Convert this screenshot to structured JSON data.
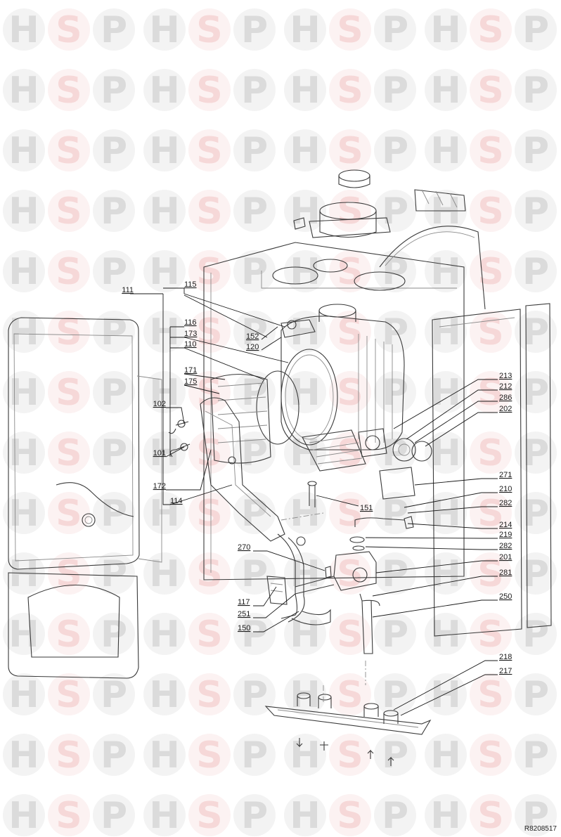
{
  "watermark": {
    "letters": [
      "H",
      "S",
      "P"
    ],
    "color_h": "#c8c8c8",
    "color_s": "#f2c4c4",
    "color_p": "#c8c8c8"
  },
  "diagram": {
    "reference": "R8208517",
    "labels": [
      {
        "id": "111",
        "text": "111"
      },
      {
        "id": "115",
        "text": "115"
      },
      {
        "id": "152",
        "text": "152"
      },
      {
        "id": "120",
        "text": "120"
      },
      {
        "id": "116",
        "text": "116"
      },
      {
        "id": "173",
        "text": "173"
      },
      {
        "id": "110",
        "text": "110"
      },
      {
        "id": "171",
        "text": "171"
      },
      {
        "id": "175",
        "text": "175"
      },
      {
        "id": "102",
        "text": "102"
      },
      {
        "id": "101",
        "text": "101"
      },
      {
        "id": "172",
        "text": "172"
      },
      {
        "id": "114",
        "text": "114"
      },
      {
        "id": "213",
        "text": "213"
      },
      {
        "id": "212",
        "text": "212"
      },
      {
        "id": "286",
        "text": "286"
      },
      {
        "id": "202",
        "text": "202"
      },
      {
        "id": "271",
        "text": "271"
      },
      {
        "id": "210",
        "text": "210"
      },
      {
        "id": "282a",
        "text": "282"
      },
      {
        "id": "151",
        "text": "151"
      },
      {
        "id": "214",
        "text": "214"
      },
      {
        "id": "219",
        "text": "219"
      },
      {
        "id": "282b",
        "text": "282"
      },
      {
        "id": "201",
        "text": "201"
      },
      {
        "id": "270",
        "text": "270"
      },
      {
        "id": "281",
        "text": "281"
      },
      {
        "id": "250",
        "text": "250"
      },
      {
        "id": "117",
        "text": "117"
      },
      {
        "id": "251",
        "text": "251"
      },
      {
        "id": "150",
        "text": "150"
      },
      {
        "id": "218",
        "text": "218"
      },
      {
        "id": "217",
        "text": "217"
      }
    ]
  }
}
